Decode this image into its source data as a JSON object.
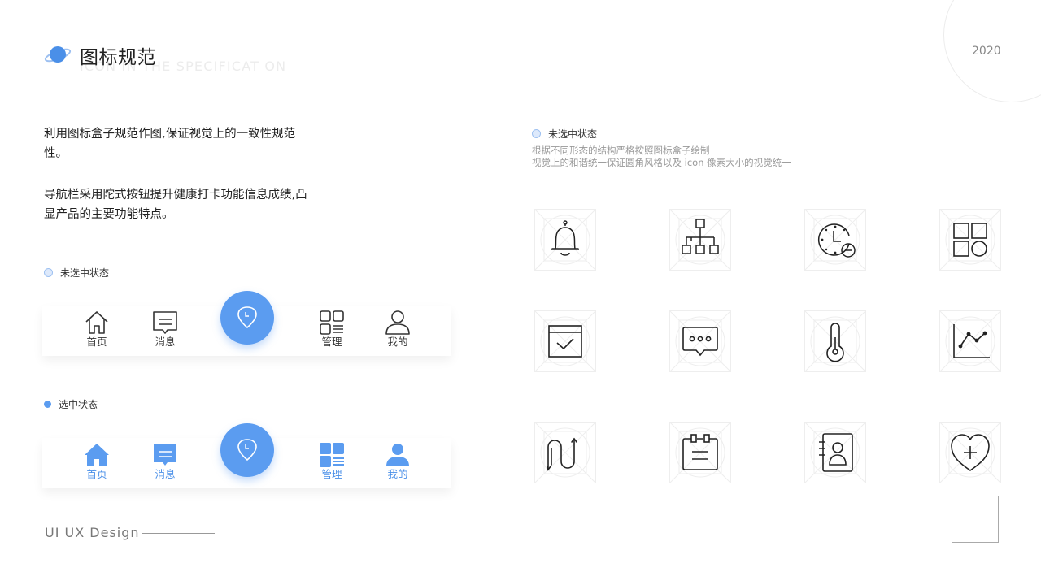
{
  "header": {
    "title": "图标规范",
    "subtitle": "ICON IN THE SPECIFICAT ON",
    "year": "2020"
  },
  "left": {
    "paragraph1": "利用图标盒子规范作图,保证视觉上的一致性规范性。",
    "paragraph2": "导航栏采用陀式按钮提升健康打卡功能信息成绩,凸显产品的主要功能特点。",
    "unselected_label": "未选中状态",
    "selected_label": "选中状态"
  },
  "nav": {
    "items": [
      {
        "label": "首页",
        "icon": "home-icon"
      },
      {
        "label": "消息",
        "icon": "message-icon"
      },
      {
        "label": "管理",
        "icon": "grid-icon"
      },
      {
        "label": "我的",
        "icon": "user-icon"
      }
    ],
    "center_icon": "location-pin-icon",
    "accent": "#5b9cf0",
    "accent_text": "#4a8fe8"
  },
  "right": {
    "state_label": "未选中状态",
    "desc_line1": "根据不同形态的结构严格按照图标盒子绘制",
    "desc_line2": "视觉上的和谐统一保证圆角风格以及 icon 像素大小的视觉统一",
    "icons": [
      "bell-icon",
      "org-chart-icon",
      "clock-minus-icon",
      "apps-icon",
      "calendar-check-icon",
      "chat-bubble-icon",
      "thermometer-icon",
      "line-chart-icon",
      "wave-icon",
      "clipboard-icon",
      "contacts-icon",
      "heart-plus-icon"
    ]
  },
  "footer": {
    "text": "UI  UX  Design"
  }
}
